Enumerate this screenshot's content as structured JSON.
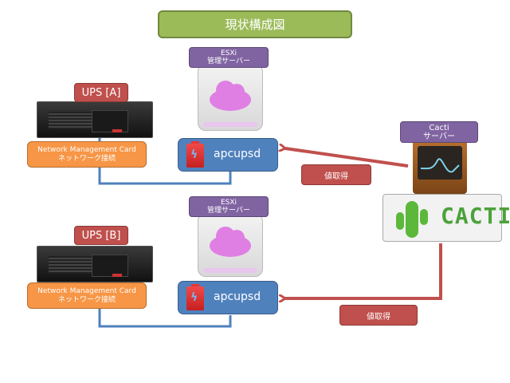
{
  "title": "現状構成図",
  "colors": {
    "title_green": "#9bbb59",
    "label_red": "#c0504d",
    "label_purple": "#8064a2",
    "nmc_orange": "#f79646",
    "apc_blue": "#4f81bd",
    "arrow_red": "#c0504d",
    "line_blue": "#4f81bd"
  },
  "group_a": {
    "ups_label": "UPS [A]",
    "nmc_line1": "Network Management Card",
    "nmc_line2": "ネットワーク接続",
    "esxi_line1": "ESXi",
    "esxi_line2": "管理サーバー",
    "apcupsd": "apcupsd",
    "fetch_label": "値取得"
  },
  "group_b": {
    "ups_label": "UPS [B]",
    "nmc_line1": "Network Management Card",
    "nmc_line2": "ネットワーク接続",
    "esxi_line1": "ESXi",
    "esxi_line2": "管理サーバー",
    "apcupsd": "apcupsd",
    "fetch_label": "値取得"
  },
  "cacti": {
    "line1": "Cacti",
    "line2": "サーバー",
    "logo_text": "CACTI"
  }
}
